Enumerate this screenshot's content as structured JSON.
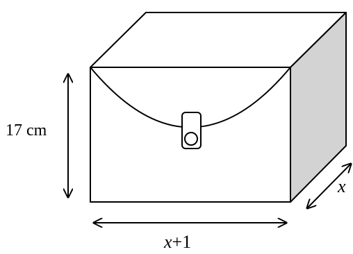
{
  "labels": {
    "height": "17 cm",
    "depth": "x",
    "width_var": "x",
    "width_op": "+1"
  },
  "colors": {
    "stroke": "#000000",
    "face": "#ffffff",
    "side_shade": "#d3d3d3"
  }
}
